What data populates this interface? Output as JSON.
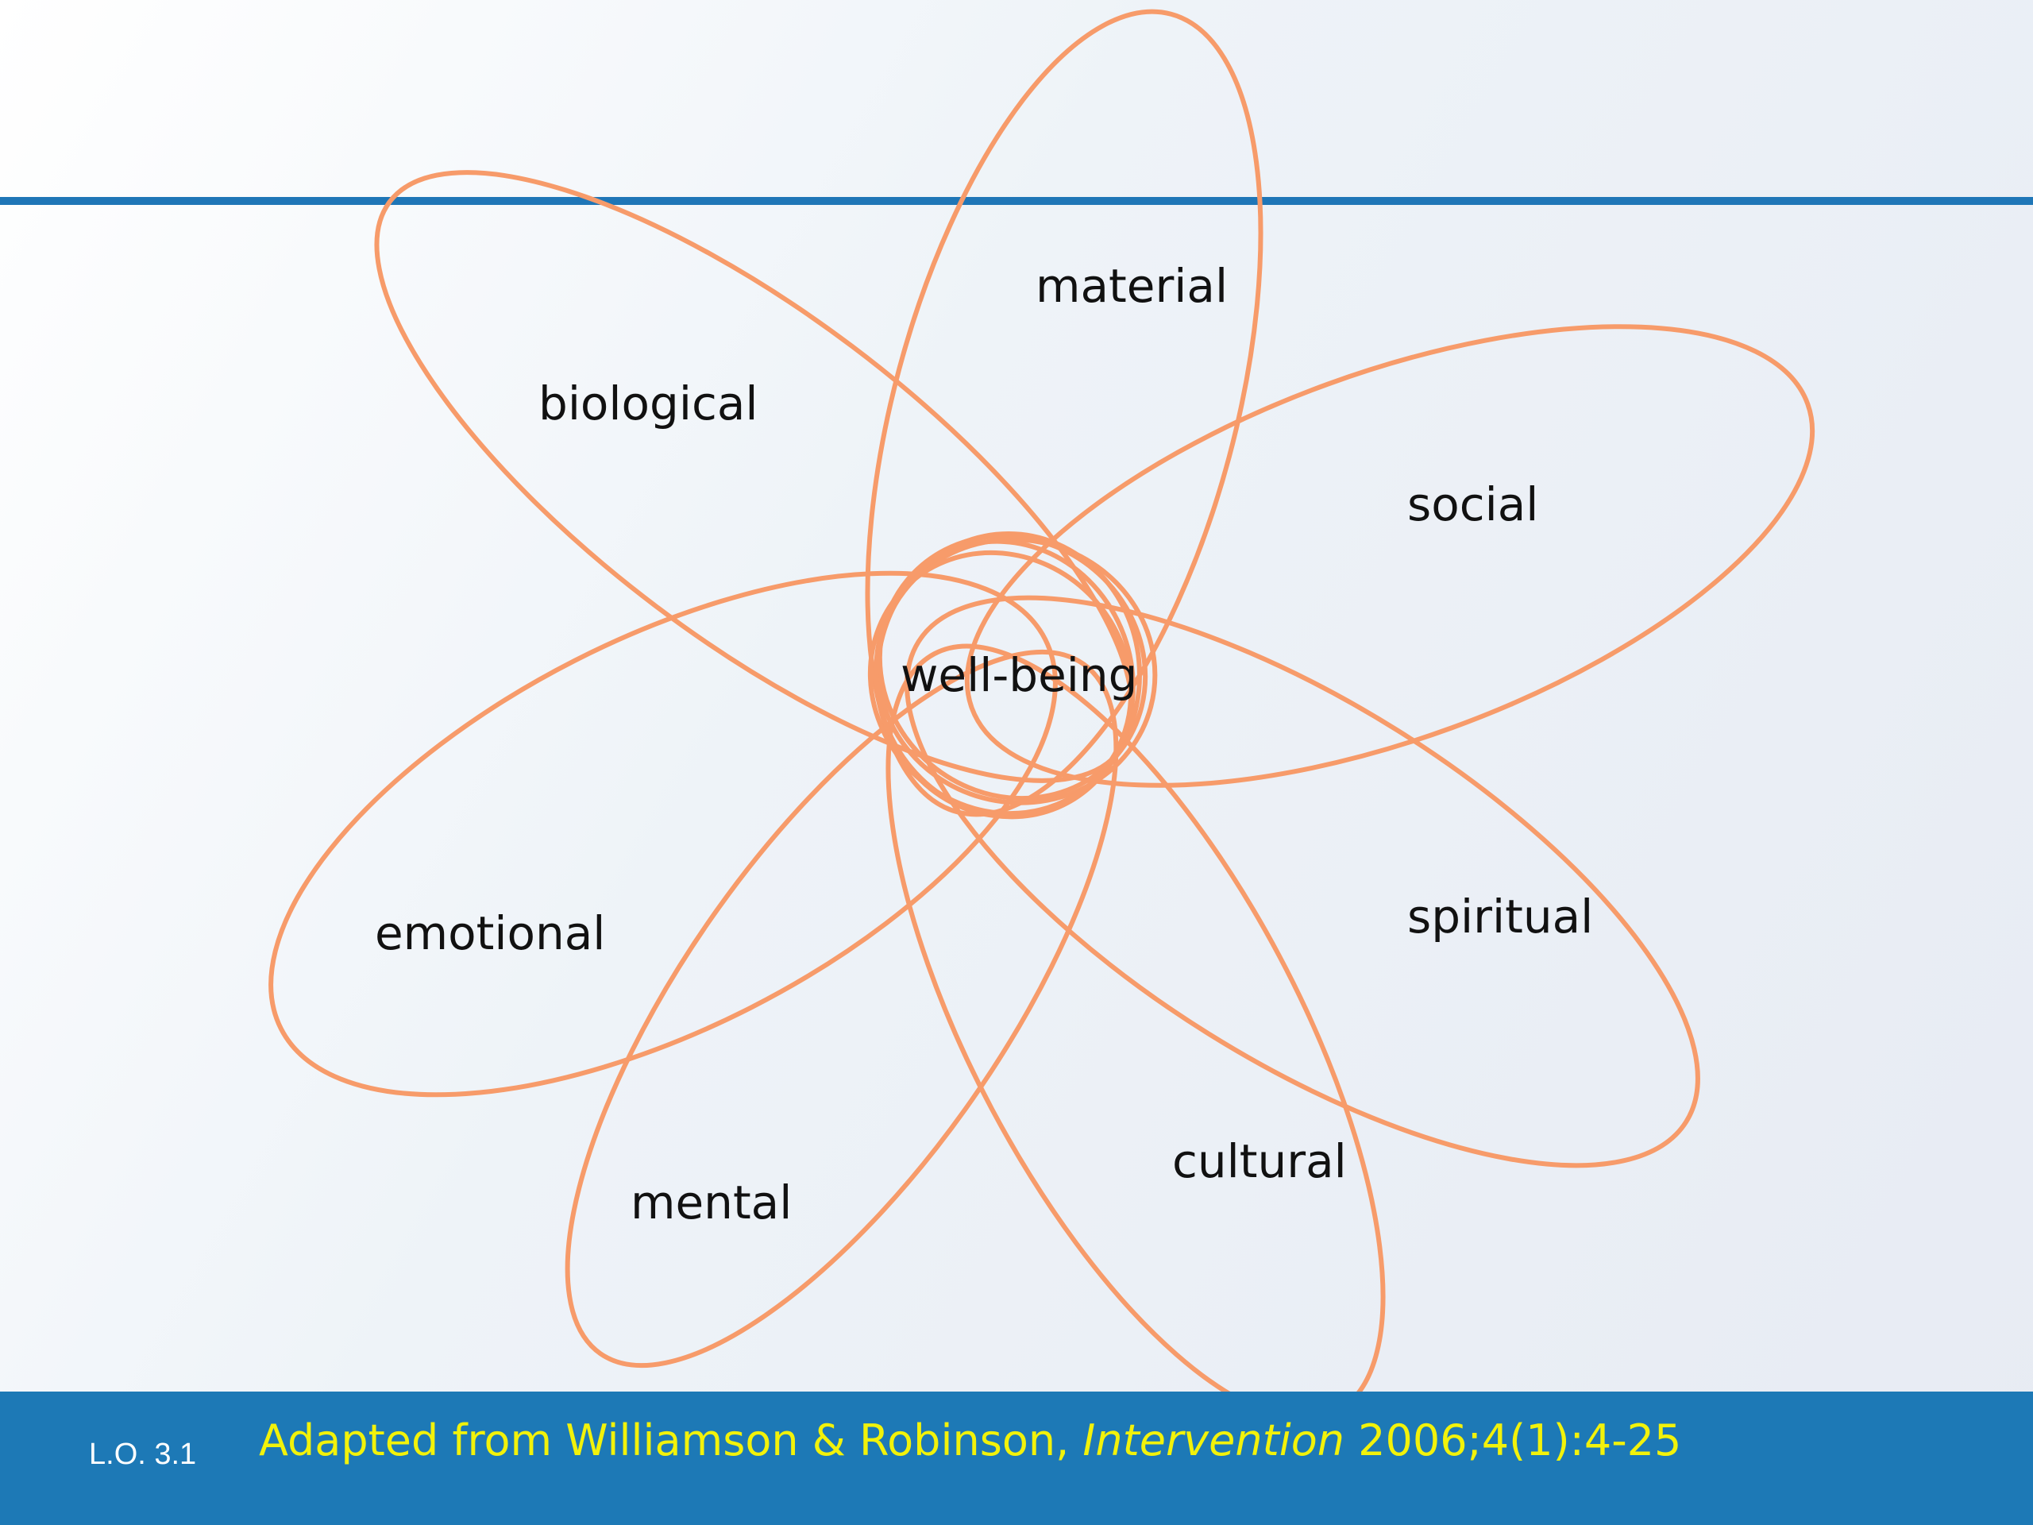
{
  "diagram": {
    "center_label": "well-being",
    "petals": [
      {
        "id": "biological",
        "label": "biological"
      },
      {
        "id": "material",
        "label": "material"
      },
      {
        "id": "social",
        "label": "social"
      },
      {
        "id": "spiritual",
        "label": "spiritual"
      },
      {
        "id": "cultural",
        "label": "cultural"
      },
      {
        "id": "mental",
        "label": "mental"
      },
      {
        "id": "emotional",
        "label": "emotional"
      }
    ],
    "colors": {
      "petal_stroke": "#f79b6a",
      "label_text": "#111111",
      "rule": "#1f76b7"
    }
  },
  "footer": {
    "lo_label": "L.O. 3.1",
    "citation_prefix": "Adapted from Williamson & Robinson, ",
    "citation_journal": "Intervention",
    "citation_suffix": " 2006;4(1):4-25",
    "colors": {
      "background": "#1d79b6",
      "citation_text": "#f2f20a"
    }
  }
}
